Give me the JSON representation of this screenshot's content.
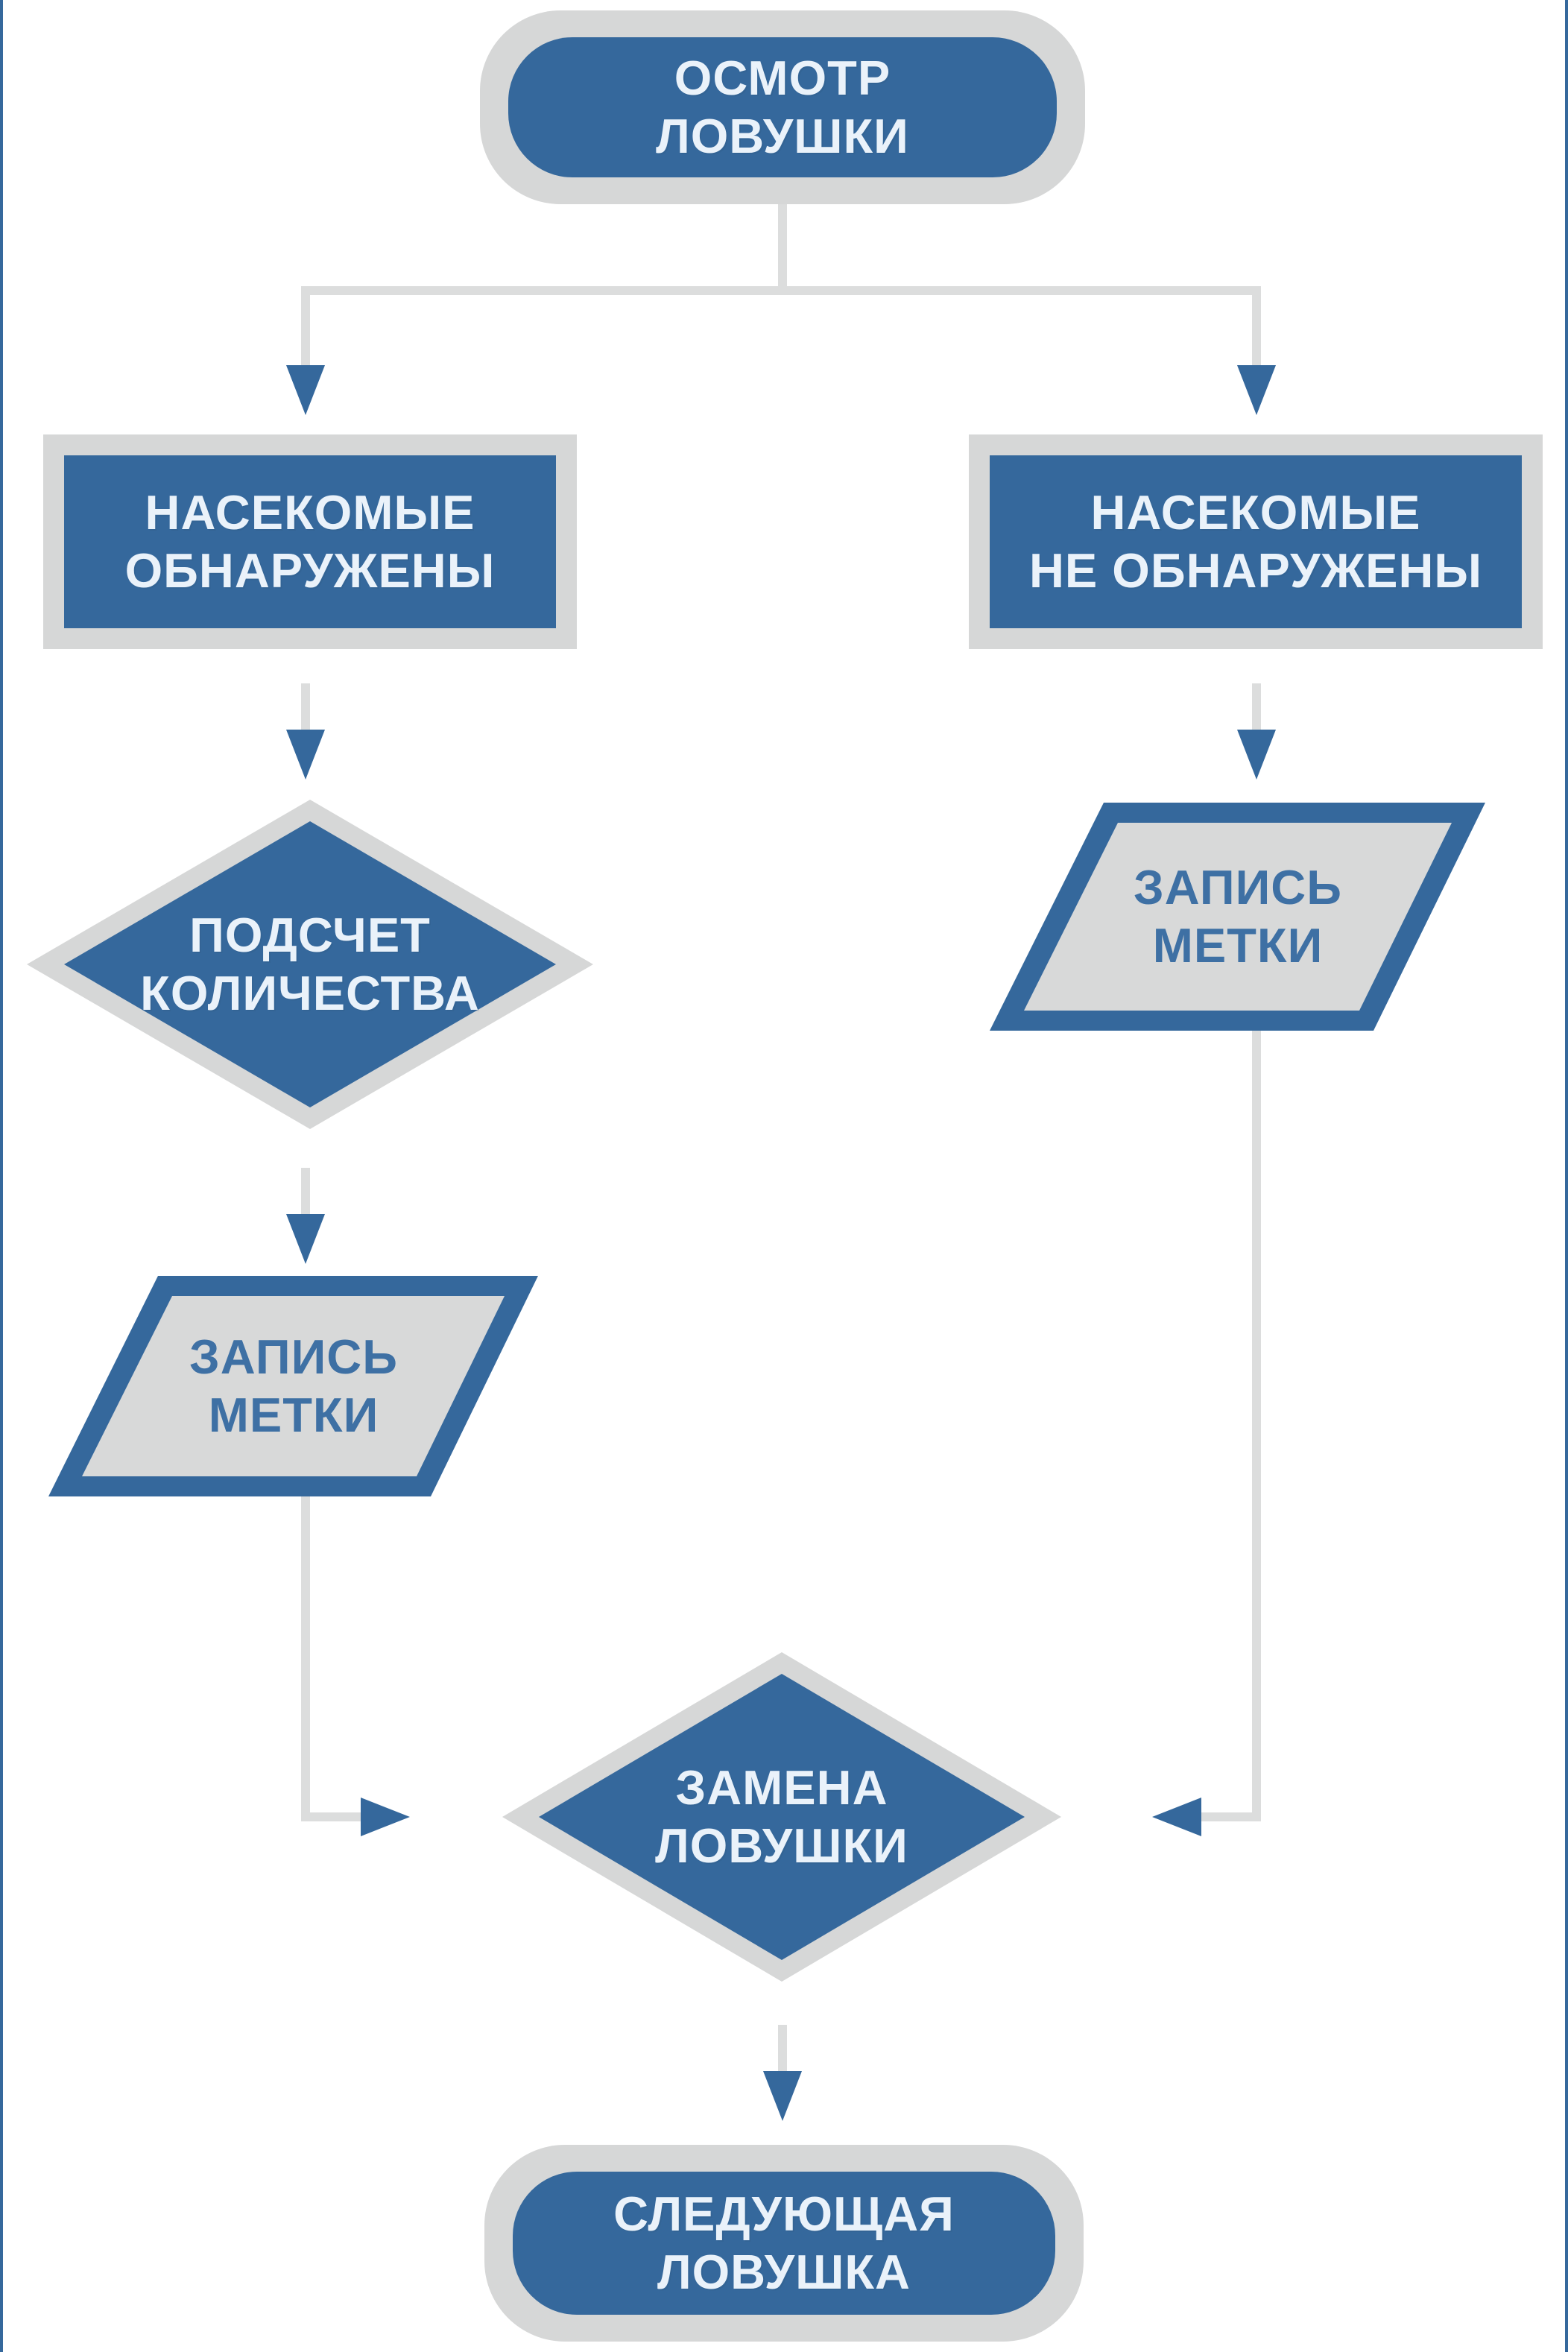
{
  "diagram": {
    "type": "flowchart",
    "language": "ru",
    "colors": {
      "accent_blue": "#35689C",
      "shape_gray": "#D6D7D7",
      "line_gray": "#DCDDDD",
      "parallelogram_fill": "#D8D9D9",
      "text_on_blue": "#EAF2FA",
      "parallelogram_text": "#3E70A4",
      "edge_line_blue": "#35689C",
      "page_bg": "#FFFFFF"
    },
    "nodes": {
      "start": {
        "type": "terminator",
        "label": "ОСМОТР\nЛОВУШКИ"
      },
      "insects_found": {
        "type": "process",
        "label": "НАСЕКОМЫЕ\nОБНАРУЖЕНЫ"
      },
      "insects_not_found": {
        "type": "process",
        "label": "НАСЕКОМЫЕ\nНЕ ОБНАРУЖЕНЫ"
      },
      "count_quantity": {
        "type": "decision",
        "label": "ПОДСЧЕТ\nКОЛИЧЕСТВА"
      },
      "record_label_left": {
        "type": "data",
        "label": "ЗАПИСЬ\nМЕТКИ"
      },
      "record_label_right": {
        "type": "data",
        "label": "ЗАПИСЬ\nМЕТКИ"
      },
      "replace_trap": {
        "type": "decision",
        "label": "ЗАМЕНА\nЛОВУШКИ"
      },
      "next_trap": {
        "type": "terminator",
        "label": "СЛЕДУЮЩАЯ\nЛОВУШКА"
      }
    },
    "edges": [
      {
        "from": "start",
        "to": "insects_found"
      },
      {
        "from": "start",
        "to": "insects_not_found"
      },
      {
        "from": "insects_found",
        "to": "count_quantity"
      },
      {
        "from": "count_quantity",
        "to": "record_label_left"
      },
      {
        "from": "insects_not_found",
        "to": "record_label_right"
      },
      {
        "from": "record_label_left",
        "to": "replace_trap"
      },
      {
        "from": "record_label_right",
        "to": "replace_trap"
      },
      {
        "from": "replace_trap",
        "to": "next_trap"
      }
    ]
  }
}
